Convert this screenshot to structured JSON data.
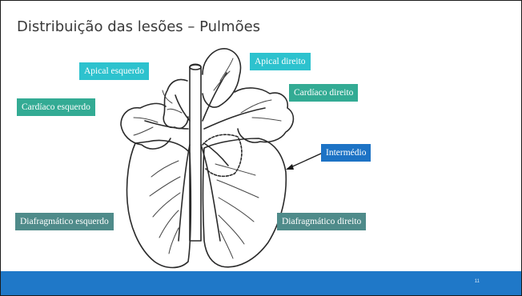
{
  "slide": {
    "title": "Distribuição das lesões – Pulmões",
    "page_number": "11"
  },
  "labels": {
    "apical_esquerdo": "Apical esquerdo",
    "apical_direito": "Apical direito",
    "cardiaco_esquerdo": "Cardíaco esquerdo",
    "cardiaco_direito": "Cardíaco direito",
    "intermedio": "Intermédio",
    "diafragmatico_esquerdo": "Diafragmático esquerdo",
    "diafragmatico_direito": "Diafragmático direito"
  },
  "colors": {
    "apical": "#2dc2ce",
    "cardiaco": "#33ab94",
    "intermedio": "#1d73c5",
    "diafragmatico": "#4f8b8a",
    "footer": "#1f78c8"
  }
}
